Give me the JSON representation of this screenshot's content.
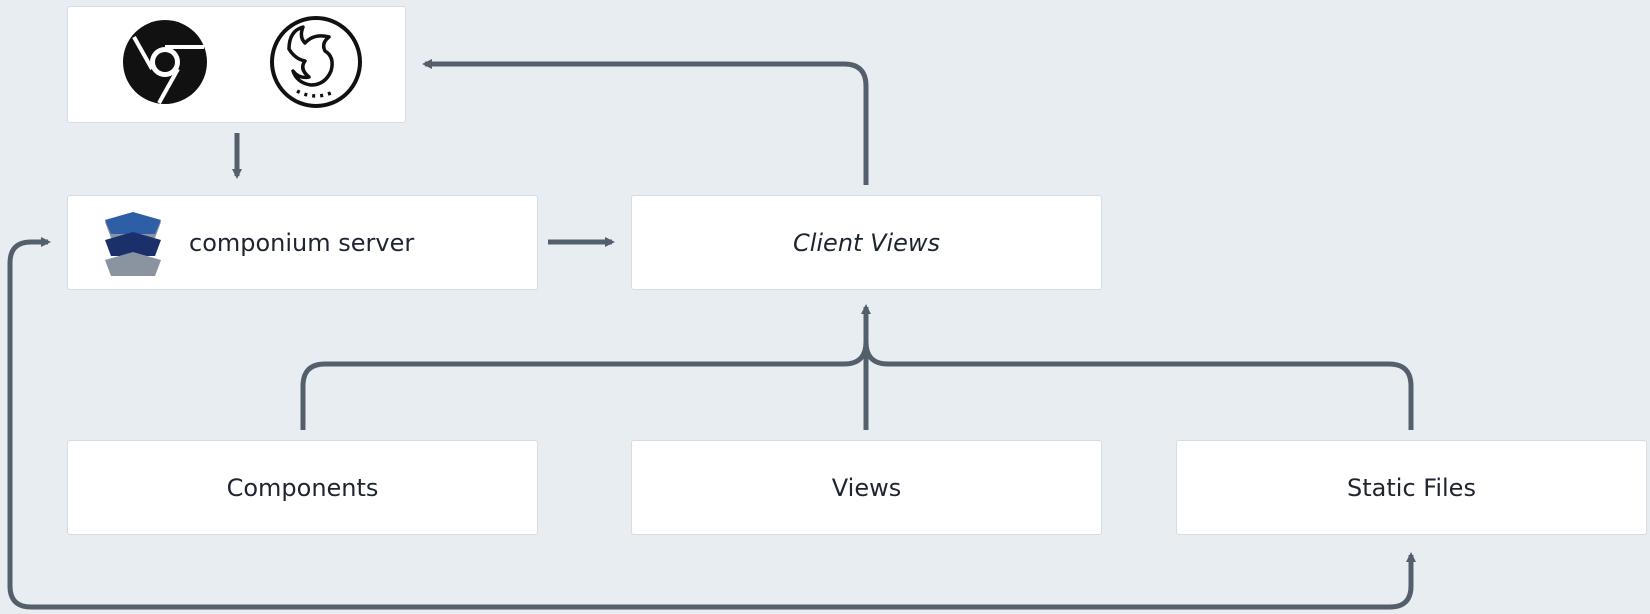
{
  "diagram": {
    "nodes": {
      "browsers": {
        "icons": [
          "chrome-icon",
          "firefox-icon"
        ]
      },
      "server": {
        "label": "componium server",
        "icon": "componium-layers-logo"
      },
      "client_views": {
        "label": "Client Views"
      },
      "components": {
        "label": "Components"
      },
      "views": {
        "label": "Views"
      },
      "static_files": {
        "label": "Static Files"
      }
    },
    "edges": [
      {
        "from": "browsers",
        "to": "server"
      },
      {
        "from": "server",
        "to": "client_views"
      },
      {
        "from": "client_views",
        "to": "browsers"
      },
      {
        "from": "components",
        "to": "client_views"
      },
      {
        "from": "views",
        "to": "client_views"
      },
      {
        "from": "static_files",
        "to": "client_views"
      },
      {
        "from": "server",
        "to": "static_files"
      }
    ],
    "colors": {
      "background": "#e8edf2",
      "box": "#ffffff",
      "connector": "#545f6c",
      "logo_top": "#2e5ea6",
      "logo_middle": "#1b2f6a",
      "logo_bottom": "#8a93a0"
    }
  }
}
